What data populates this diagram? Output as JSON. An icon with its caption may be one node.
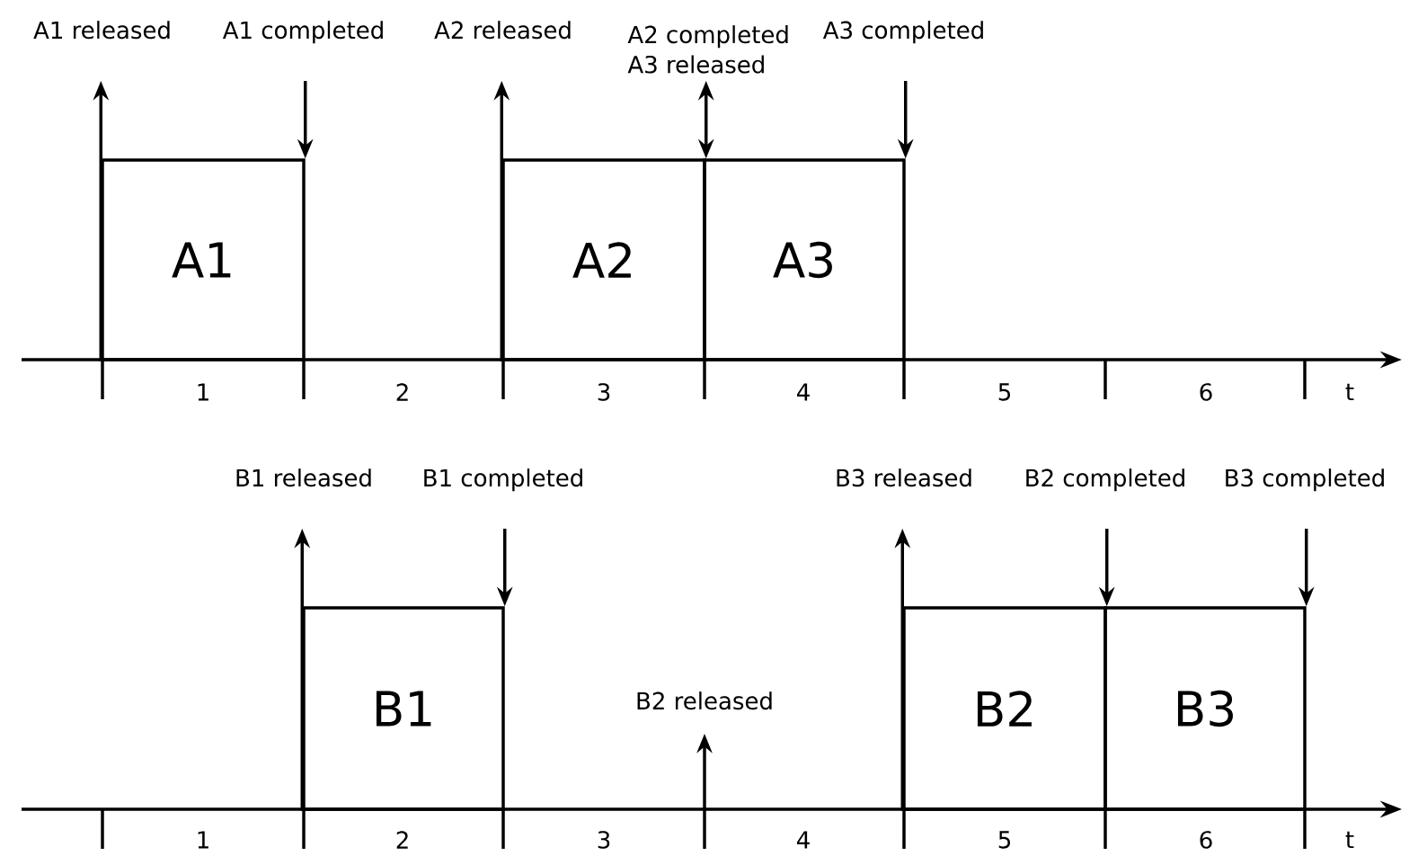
{
  "diagram": {
    "nodes": [
      {
        "text": [
          "A1 released"
        ]
      },
      {
        "text": [
          "A1 completed"
        ]
      },
      {
        "text": [
          "A2 released"
        ]
      },
      {
        "text": [
          "A2 completed",
          "A3 released"
        ]
      },
      {
        "text": [
          "A3 completed"
        ]
      },
      {
        "text": [
          "A1"
        ]
      },
      {
        "text": [
          "A2"
        ]
      },
      {
        "text": [
          "A3"
        ]
      },
      {
        "text": [
          "B1 released"
        ]
      },
      {
        "text": [
          "B1 completed"
        ]
      },
      {
        "text": [
          "B3 released"
        ]
      },
      {
        "text": [
          "B2 completed"
        ]
      },
      {
        "text": [
          "B3 completed"
        ]
      },
      {
        "text": [
          "B2 released"
        ]
      },
      {
        "text": [
          "B1"
        ]
      },
      {
        "text": [
          "B2"
        ]
      },
      {
        "text": [
          "B3"
        ]
      }
    ],
    "edges": [
      {
        "from": 5,
        "to": 0,
        "arrow": "to"
      },
      {
        "from": 1,
        "to": 5,
        "arrow": "to"
      },
      {
        "from": 6,
        "to": 2,
        "arrow": "to"
      },
      {
        "from": 3,
        "to": 6,
        "arrow": "both"
      },
      {
        "from": 4,
        "to": 7,
        "arrow": "to"
      },
      {
        "from": 14,
        "to": 8,
        "arrow": "to"
      },
      {
        "from": 9,
        "to": 14,
        "arrow": "to"
      },
      {
        "from": 15,
        "to": 10,
        "arrow": "to"
      },
      {
        "from": 11,
        "to": 15,
        "arrow": "to"
      },
      {
        "from": 12,
        "to": 16,
        "arrow": "to"
      },
      {
        "from": null,
        "to": 13,
        "arrow": "to"
      }
    ],
    "labels": [
      "1",
      "2",
      "3",
      "4",
      "5",
      "6",
      "t",
      "1",
      "2",
      "3",
      "4",
      "5",
      "6",
      "t"
    ]
  }
}
